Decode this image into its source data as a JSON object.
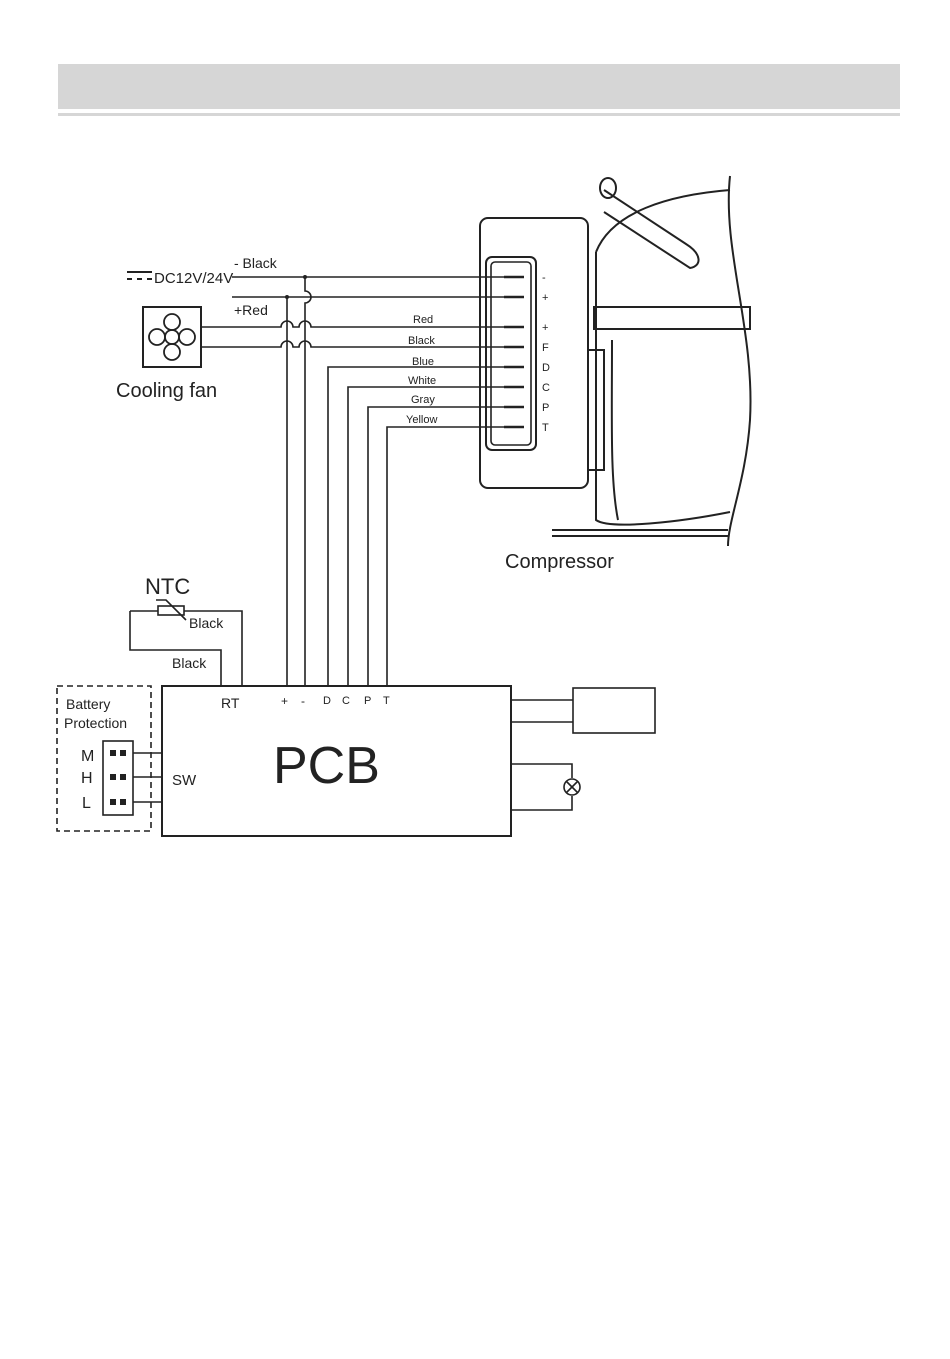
{
  "supply": {
    "label": "DC12V/24V",
    "neg": "- Black",
    "pos": "+Red"
  },
  "fan": {
    "label": "Cooling fan"
  },
  "compressor": {
    "label": "Compressor",
    "terminals": [
      "-",
      "+",
      "+",
      "F",
      "D",
      "C",
      "P",
      "T"
    ]
  },
  "wires": [
    "Red",
    "Black",
    "Blue",
    "White",
    "Gray",
    "Yellow"
  ],
  "ntc": {
    "label": "NTC",
    "wire1": "Black",
    "wire2": "Black"
  },
  "pcb": {
    "label": "PCB",
    "rt": "RT",
    "pins": [
      "+",
      "-",
      "D",
      "C",
      "P",
      "T"
    ],
    "sw": "SW"
  },
  "battery": {
    "title_line1": "Battery",
    "title_line2": "Protection",
    "levels": [
      "M",
      "H",
      "L"
    ]
  }
}
